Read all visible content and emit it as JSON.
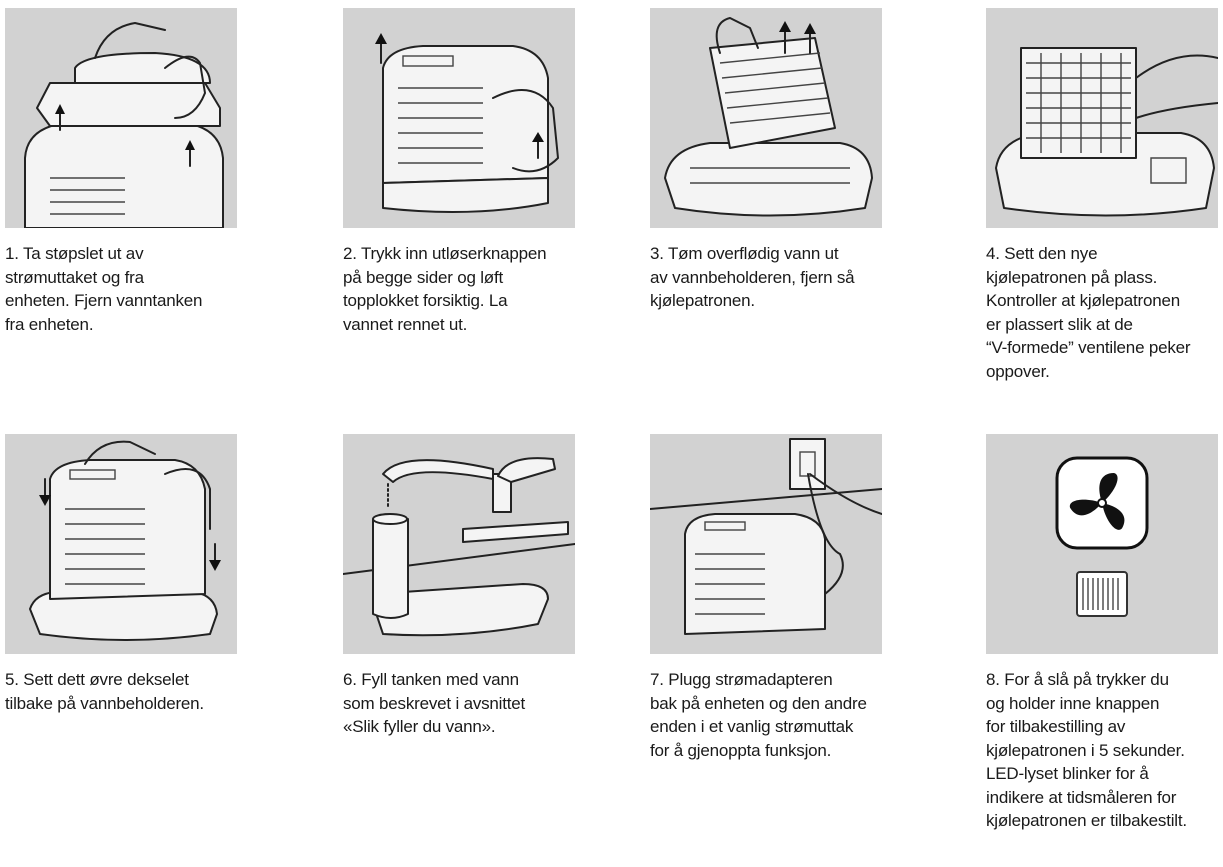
{
  "steps": [
    {
      "n": 1,
      "caption": "1. Ta støpslet ut av\nstrømuttaket og fra\nenheten.  Fjern vanntanken\nfra enheten."
    },
    {
      "n": 2,
      "caption": "2.  Trykk inn utløserknappen\npå begge sider og løft\ntopplokket forsiktig. La\nvannet rennet ut."
    },
    {
      "n": 3,
      "caption": "3.  Tøm overflødig vann ut\nav vannbeholderen, fjern så\nkjølepatronen."
    },
    {
      "n": 4,
      "caption": "4.  Sett den nye\nkjølepatronen på plass.\nKontroller at kjølepatronen\ner plassert slik at de\n“V-formede” ventilene peker\noppover."
    },
    {
      "n": 5,
      "caption": "5.  Sett dett øvre dekselet\ntilbake på vannbeholderen."
    },
    {
      "n": 6,
      "caption": "6.  Fyll tanken med vann\nsom beskrevet i avsnittet\n«Slik fyller du vann»."
    },
    {
      "n": 7,
      "caption": "7.  Plugg strømadapteren\nbak på enheten og den andre\nenden i et vanlig strømuttak\nfor å gjenoppta funksjon."
    },
    {
      "n": 8,
      "caption": "8.  For å slå på trykker du\nog holder inne knappen\nfor tilbakestilling av\nkjølepatronen i 5 sekunder.\nLED-lyset blinker for å\nindikere at tidsmåleren for\nkjølepatronen er tilbakestilt."
    }
  ],
  "icons": {
    "fan": "fan-icon",
    "cartridge": "filter-cartridge-icon"
  },
  "colors": {
    "panel_bg": "#d2d2d2",
    "line": "#222222"
  }
}
